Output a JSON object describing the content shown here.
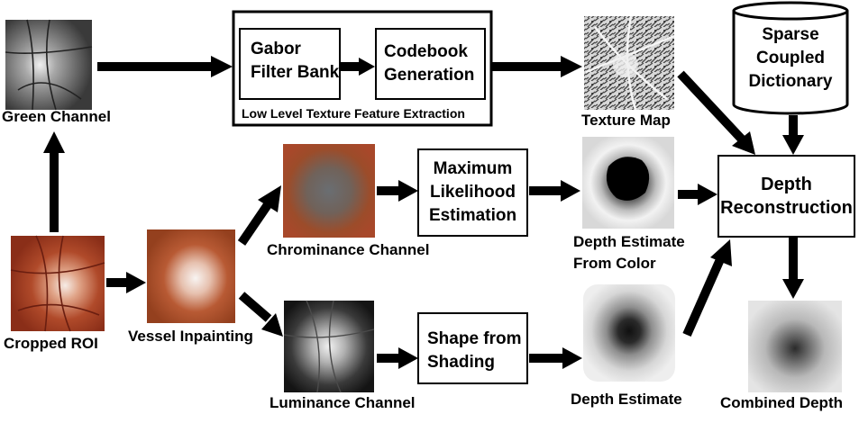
{
  "images": {
    "green_channel": {
      "label": "Green Channel"
    },
    "texture_map": {
      "label": "Texture Map"
    },
    "cropped_roi": {
      "label": "Cropped ROI"
    },
    "vessel_inpainting": {
      "label": "Vessel Inpainting"
    },
    "chrominance": {
      "label": "Chrominance  Channel"
    },
    "luminance": {
      "label": "Luminance Channel"
    },
    "depth_color": {
      "label_line1": "Depth Estimate",
      "label_line2": "From  Color"
    },
    "depth_shading": {
      "label": "Depth Estimate"
    },
    "combined": {
      "label": "Combined Depth"
    }
  },
  "boxes": {
    "texture_group": {
      "caption": "Low Level Texture Feature Extraction"
    },
    "gabor": {
      "text": "Gabor\nFilter Bank"
    },
    "codebook": {
      "text": "Codebook\nGeneration"
    },
    "mle": {
      "text": "Maximum\nLikelihood\nEstimation"
    },
    "sfs": {
      "text": "Shape from\nShading"
    },
    "depth_recon": {
      "text": "Depth\nReconstruction"
    },
    "dictionary": {
      "text": "Sparse\nCoupled\nDictionary"
    }
  }
}
